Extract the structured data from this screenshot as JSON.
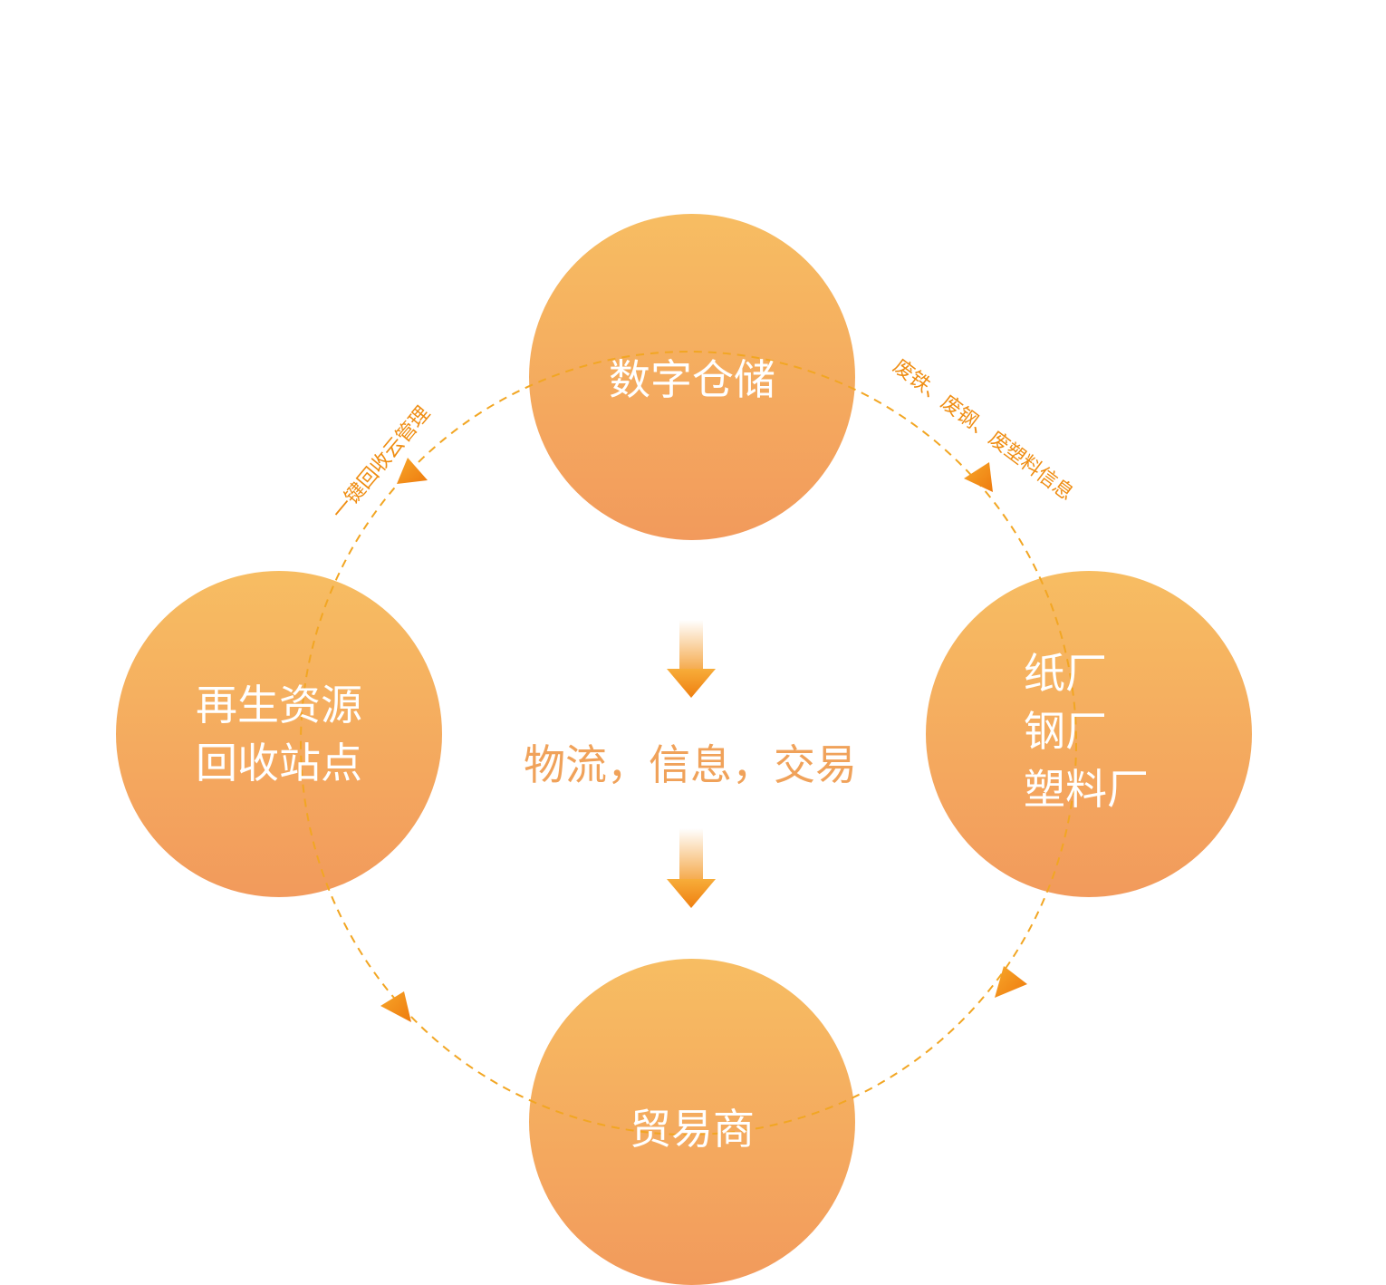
{
  "nodes": {
    "top": {
      "label": "数字仓储"
    },
    "left": {
      "lines": [
        "再生资源",
        "回收站点"
      ]
    },
    "right": {
      "lines": [
        "纸厂",
        "钢厂",
        "塑料厂"
      ]
    },
    "bottom": {
      "label": "贸易商"
    }
  },
  "center": {
    "label": "物流，信息，交易"
  },
  "edges": {
    "top_left_label": "一键回收云管理",
    "top_right_label": "废铁、废钢、废塑料信息"
  },
  "colors": {
    "circle_top": "#f7bd62",
    "circle_bottom": "#f29a5c",
    "dashed_ring": "#f2a623",
    "arrow": "#f08c14",
    "center_text": "#f0a25a",
    "arc_text": "#ef8d12"
  }
}
